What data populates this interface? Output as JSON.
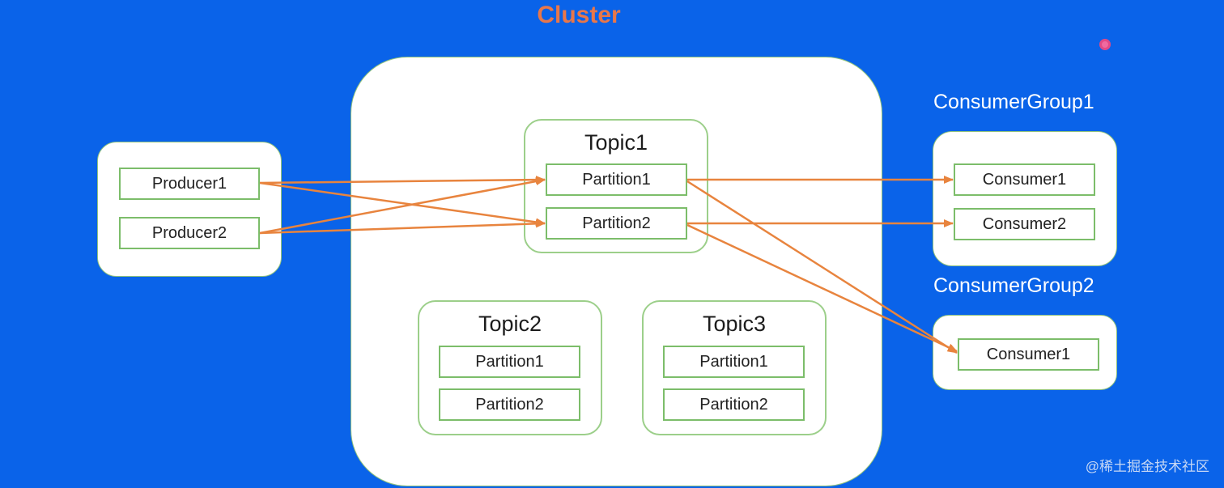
{
  "title": "Cluster",
  "producers": [
    "Producer1",
    "Producer2"
  ],
  "topics": [
    {
      "name": "Topic1",
      "partitions": [
        "Partition1",
        "Partition2"
      ]
    },
    {
      "name": "Topic2",
      "partitions": [
        "Partition1",
        "Partition2"
      ]
    },
    {
      "name": "Topic3",
      "partitions": [
        "Partition1",
        "Partition2"
      ]
    }
  ],
  "consumer_groups": [
    {
      "name": "ConsumerGroup1",
      "consumers": [
        "Consumer1",
        "Consumer2"
      ]
    },
    {
      "name": "ConsumerGroup2",
      "consumers": [
        "Consumer1"
      ]
    }
  ],
  "watermark": "@稀土掘金技术社区",
  "colors": {
    "background": "#0a63e9",
    "arrow": "#e8843e",
    "title": "#e8774a",
    "border": "#7cbd6a"
  }
}
